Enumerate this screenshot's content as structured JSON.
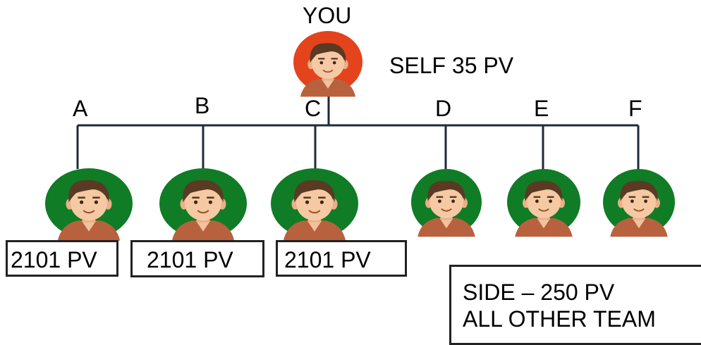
{
  "top": {
    "label": "YOU",
    "self_pv": "SELF 35 PV",
    "avatar_color": "#e4431c"
  },
  "legs": [
    {
      "letter": "A",
      "pv": "2101 PV"
    },
    {
      "letter": "B",
      "pv": "2101 PV"
    },
    {
      "letter": "C",
      "pv": "2101 PV"
    },
    {
      "letter": "D",
      "pv": ""
    },
    {
      "letter": "E",
      "pv": ""
    },
    {
      "letter": "F",
      "pv": ""
    }
  ],
  "leg_avatar_color": "#107c26",
  "line_color": "#1f2a3a",
  "side_box": {
    "line1": "SIDE – 250 PV",
    "line2": "ALL OTHER TEAM"
  }
}
